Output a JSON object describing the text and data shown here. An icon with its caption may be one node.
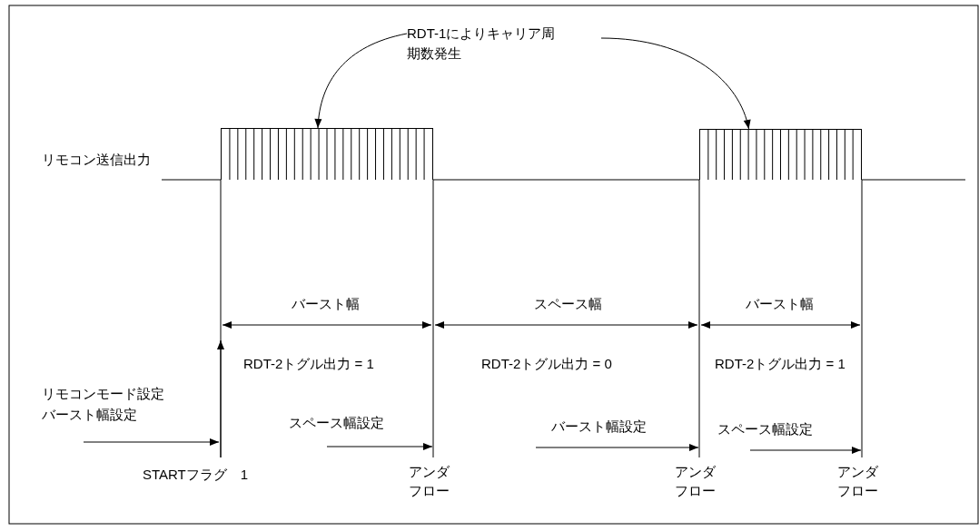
{
  "diagram": {
    "nodes": [
      {
        "text": [
          "RDT-1によりキャリア周期数発生"
        ]
      },
      {
        "text": [],
        "shape": "bar"
      },
      {
        "text": [],
        "shape": "bar"
      }
    ],
    "edges": [
      {
        "from": 0,
        "to": 1,
        "arrow": "to"
      },
      {
        "from": 0,
        "to": 2,
        "arrow": "to"
      }
    ],
    "labels": [
      "リモコン送信出力",
      "バースト幅",
      "スペース幅",
      "バースト幅",
      "RDT-2トグル出力 = 1",
      "RDT-2トグル出力 = 0",
      "RDT-2トグル出力 = 1",
      "リモコンモード設定",
      "バースト幅設定",
      "スペース幅設定",
      "バースト幅設定",
      "スペース幅設定",
      "STARTフラグ　1",
      "アンダフロー",
      "アンダフロー",
      "アンダフロー"
    ]
  }
}
